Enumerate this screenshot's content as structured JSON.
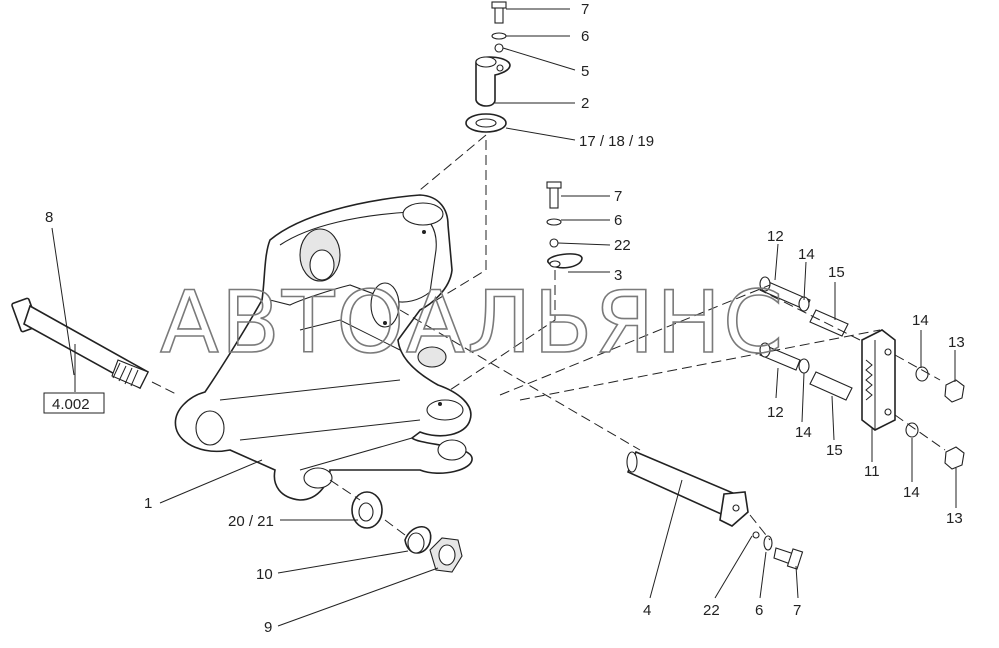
{
  "watermark": "АВТОАЛЬЯНС",
  "labels": {
    "l7_top": "7",
    "l6_top": "6",
    "l5": "5",
    "l2": "2",
    "l17": "17 / 18 / 19",
    "l7_mid": "7",
    "l6_mid": "6",
    "l22_mid": "22",
    "l3": "3",
    "l8": "8",
    "l4002": "4.002",
    "l1": "1",
    "l20": "20 / 21",
    "l10": "10",
    "l9": "9",
    "l4": "4",
    "l22_bot": "22",
    "l6_bot": "6",
    "l7_bot": "7",
    "l12_top": "12",
    "l14_top": "14",
    "l15_top": "15",
    "l14_r1": "14",
    "l13_r1": "13",
    "l12_bot": "12",
    "l14_bot": "14",
    "l15_bot": "15",
    "l11": "11",
    "l14_r2": "14",
    "l13_r2": "13"
  }
}
